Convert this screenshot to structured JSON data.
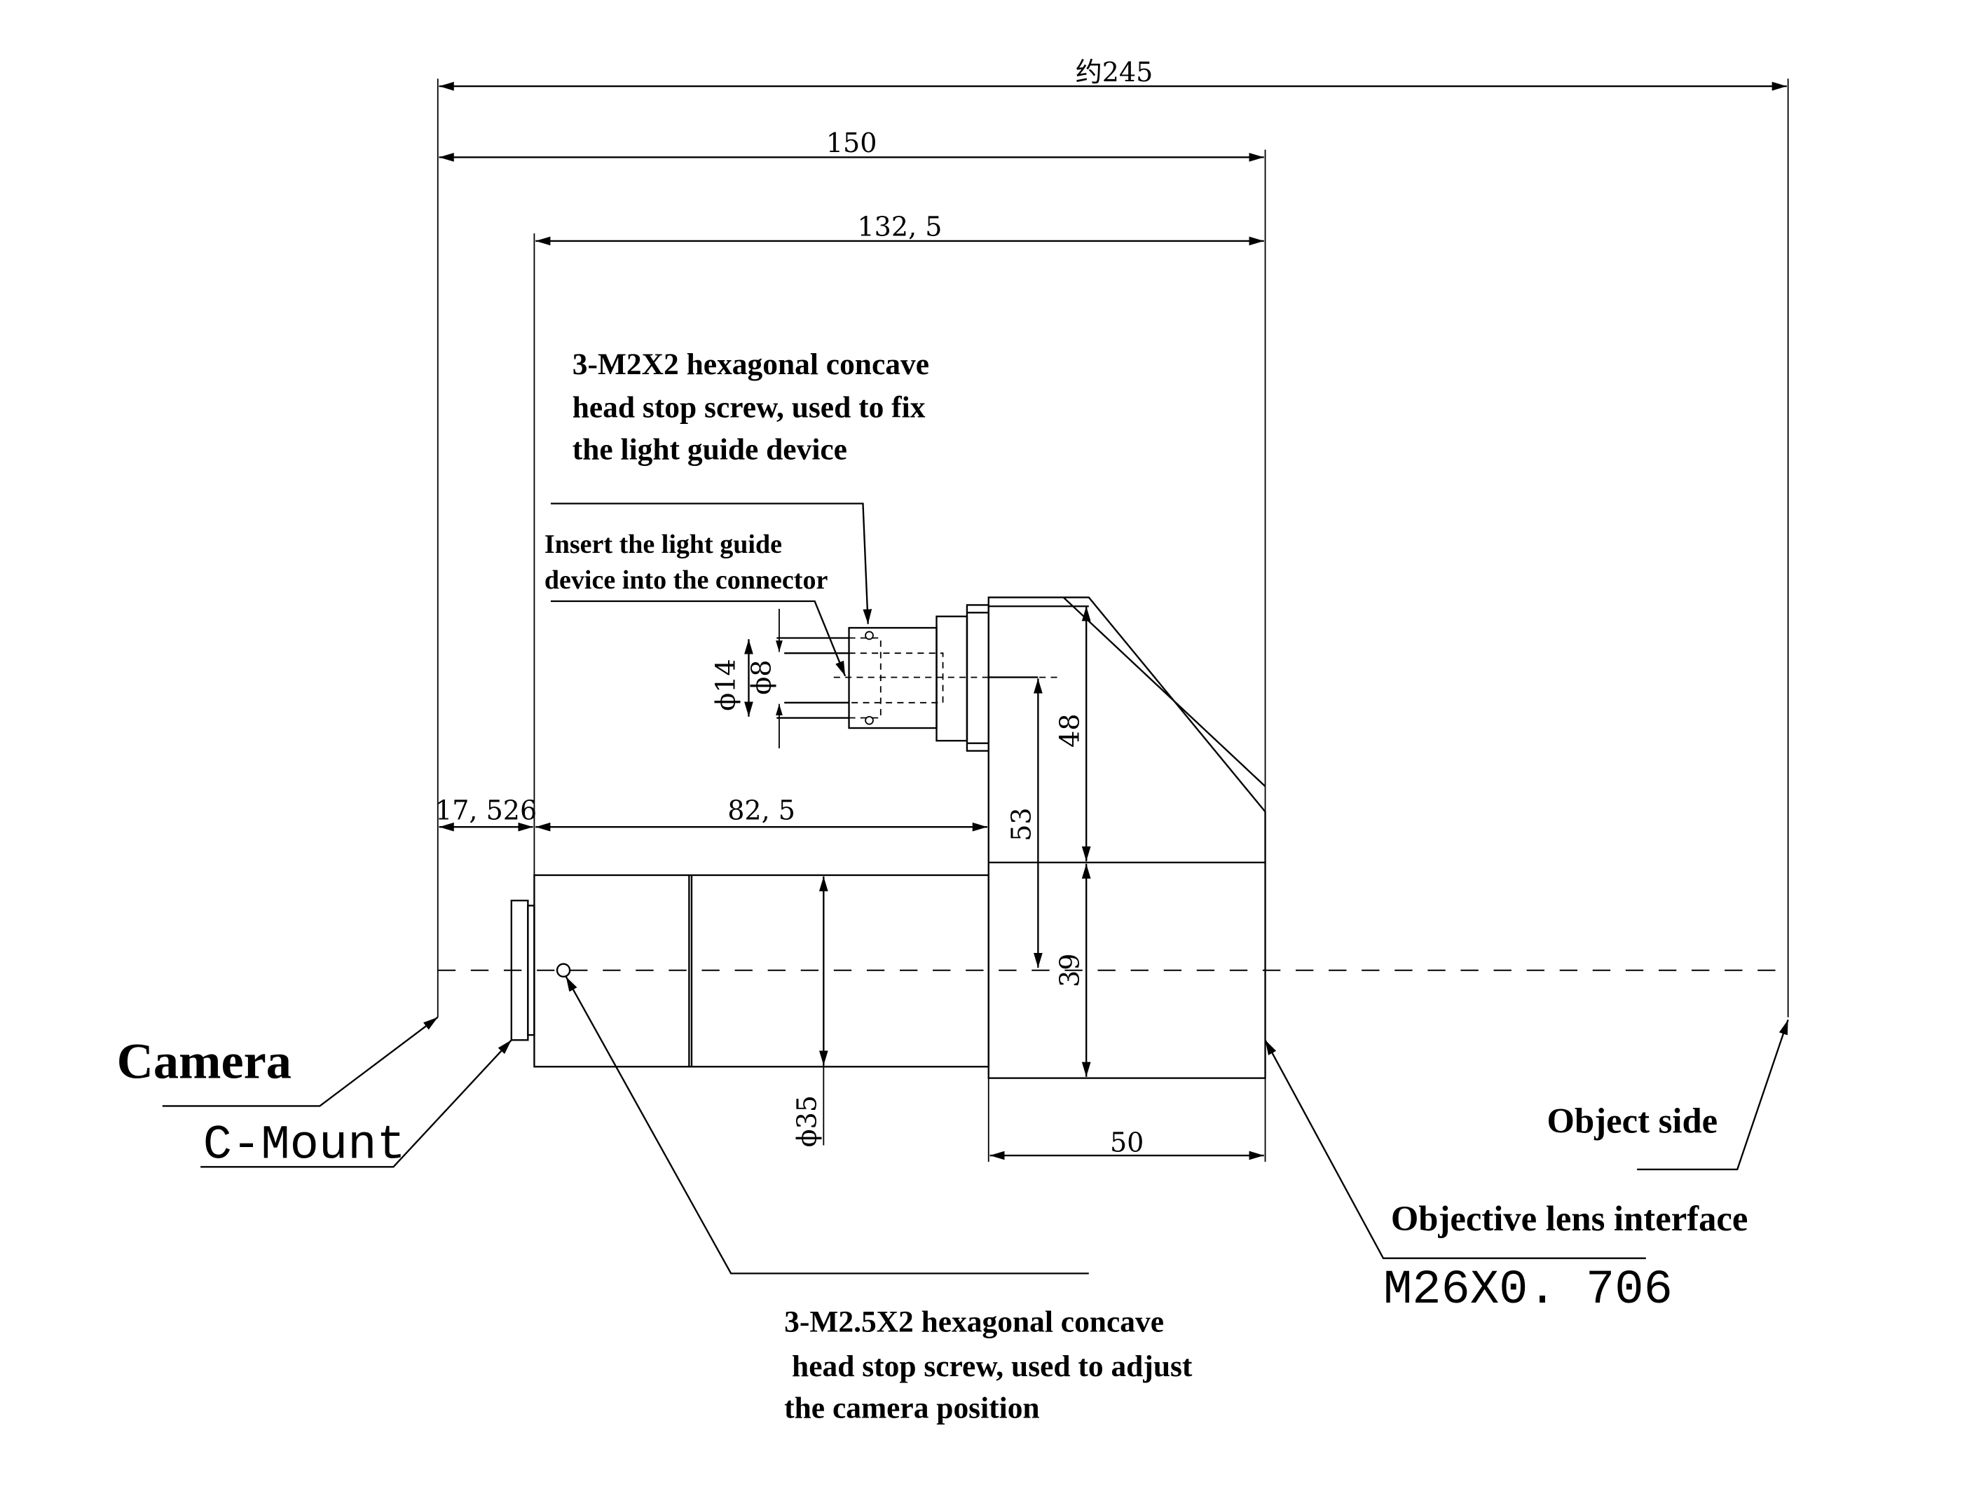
{
  "diagram": {
    "title": "Coaxial light guide adapter dimension drawing",
    "units": "mm",
    "line_color": "#000000",
    "background": "#ffffff",
    "dimensions": {
      "overall_length": "约245",
      "length_150": "150",
      "length_132_5": "132, 5",
      "flange_offset": "17, 526",
      "tube_length": "82, 5",
      "block_width": "50",
      "height_53": "53",
      "height_48": "48",
      "height_39": "39",
      "diameter_35": "ϕ35",
      "diameter_14": "ϕ14",
      "diameter_8": "ϕ8"
    },
    "labels": {
      "top_screw_note": [
        "3-M2X2 hexagonal concave",
        "head stop screw, used to fix",
        "the light guide device"
      ],
      "connector_note": [
        "Insert the light guide",
        "device into the connector"
      ],
      "camera": "Camera",
      "c_mount": "C-Mount",
      "object_side": "Object side",
      "objective_interface": "Objective lens interface",
      "objective_thread": "M26X0. 706",
      "bottom_screw_note": [
        "3-M2.5X2 hexagonal concave",
        " head stop screw, used to adjust",
        "the camera position"
      ]
    }
  }
}
